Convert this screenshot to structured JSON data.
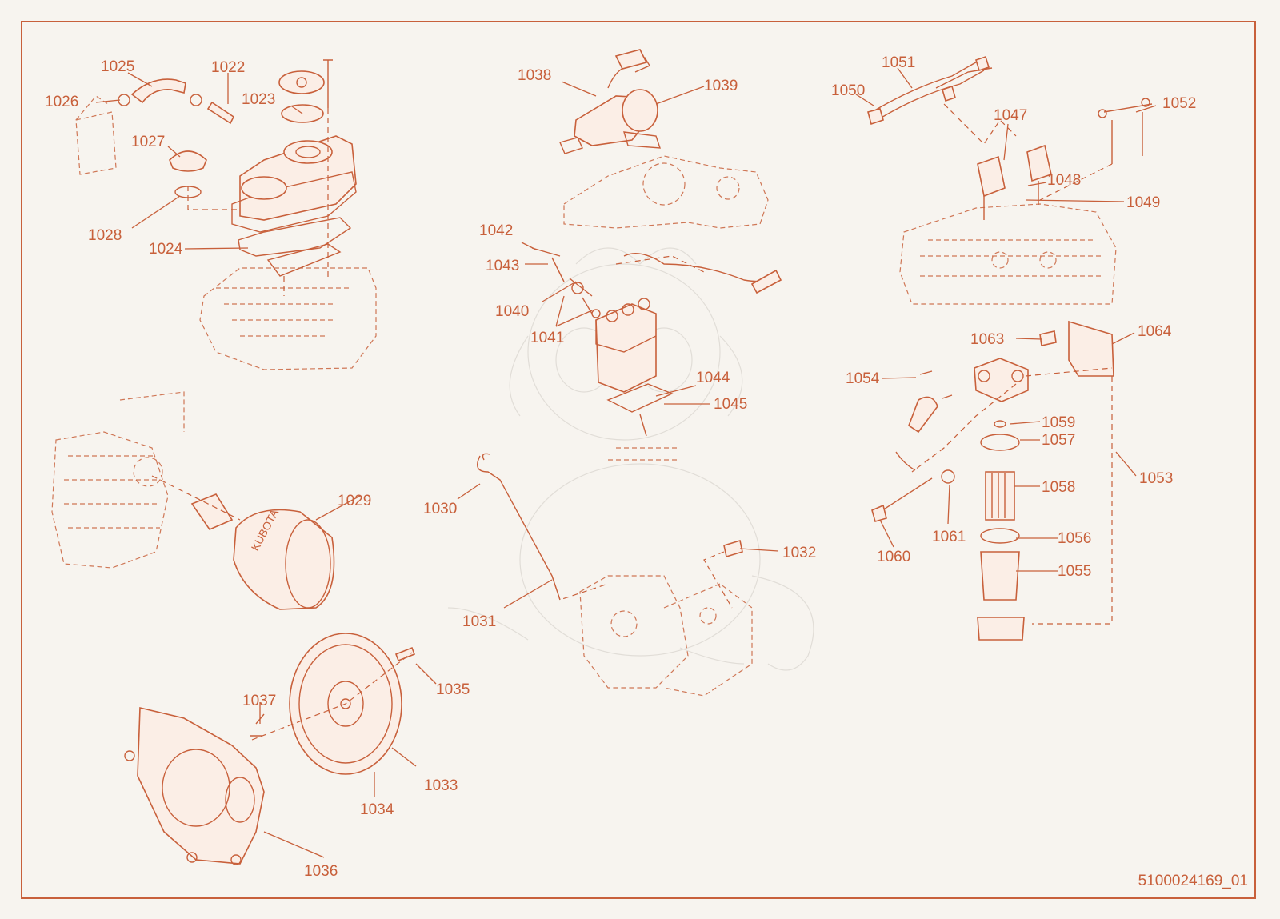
{
  "document_number": "5100024169_01",
  "colors": {
    "line": "#c8603b",
    "background": "#f7f4ef"
  },
  "callouts": {
    "c1022": "1022",
    "c1023": "1023",
    "c1024": "1024",
    "c1025": "1025",
    "c1026": "1026",
    "c1027": "1027",
    "c1028": "1028",
    "c1029": "1029",
    "c1030": "1030",
    "c1031": "1031",
    "c1032": "1032",
    "c1033": "1033",
    "c1034": "1034",
    "c1035": "1035",
    "c1036": "1036",
    "c1037": "1037",
    "c1038": "1038",
    "c1039": "1039",
    "c1040": "1040",
    "c1041": "1041",
    "c1042": "1042",
    "c1043": "1043",
    "c1044": "1044",
    "c1045": "1045",
    "c1047": "1047",
    "c1048": "1048",
    "c1049": "1049",
    "c1050": "1050",
    "c1051": "1051",
    "c1052": "1052",
    "c1053": "1053",
    "c1054": "1054",
    "c1055": "1055",
    "c1056": "1056",
    "c1057": "1057",
    "c1058": "1058",
    "c1059": "1059",
    "c1060": "1060",
    "c1061": "1061",
    "c1063": "1063",
    "c1064": "1064"
  }
}
